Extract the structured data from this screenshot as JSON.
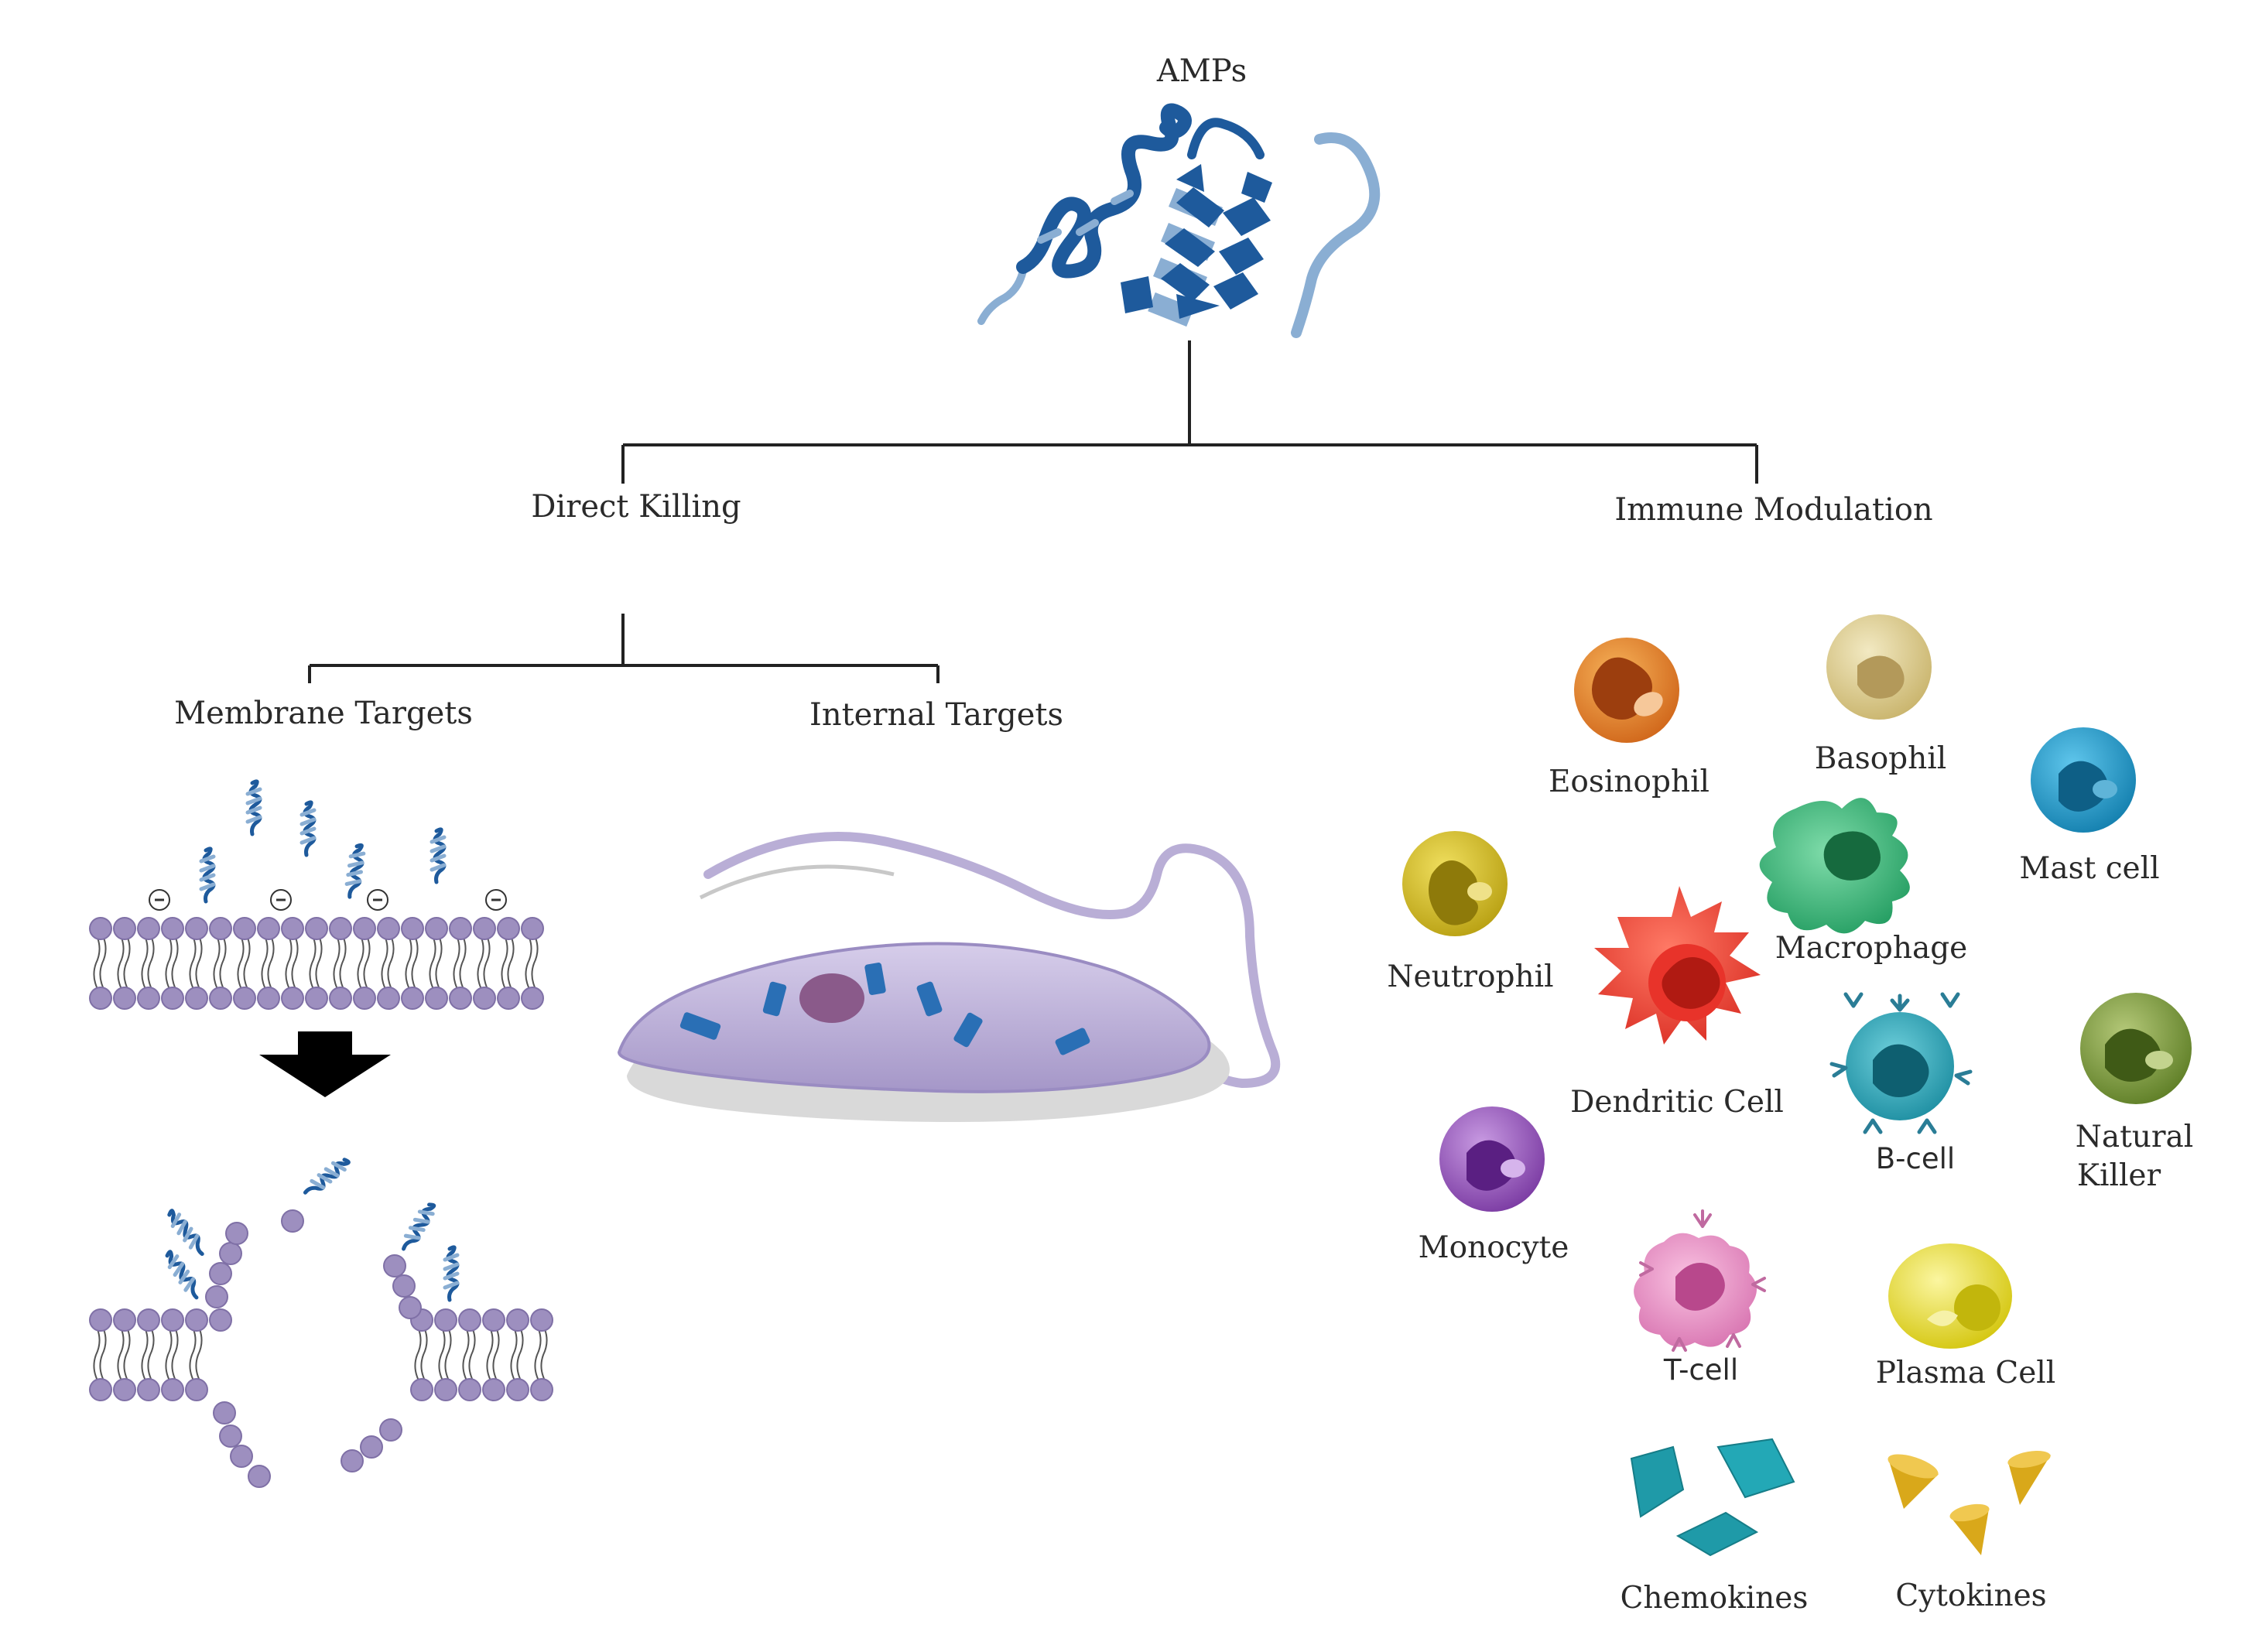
{
  "title": "AMPs",
  "branches": {
    "direct_killing": "Direct Killing",
    "immune_modulation": "Immune Modulation",
    "membrane_targets": "Membrane Targets",
    "internal_targets": "Internal Targets"
  },
  "cells": {
    "eosinophil": "Eosinophil",
    "basophil": "Basophil",
    "mast_cell": "Mast cell",
    "neutrophil": "Neutrophil",
    "macrophage": "Macrophage",
    "dendritic_cell": "Dendritic Cell",
    "b_cell": "B-cell",
    "natural_killer_line1": "Natural",
    "natural_killer_line2": "Killer",
    "monocyte": "Monocyte",
    "t_cell": "T-cell",
    "plasma_cell": "Plasma Cell"
  },
  "molecules": {
    "chemokines": "Chemokines",
    "cytokines": "Cytokines"
  },
  "colors": {
    "peptide_dark": "#1e5a9c",
    "peptide_light": "#8aaed3",
    "lipid": "#9d8fbf",
    "parasite": "#b9aed6",
    "eosinophil": "#e0781e",
    "basophil": "#d9c98a",
    "mast_cell": "#1a8fc0",
    "neutrophil": "#d4b91e",
    "macrophage": "#2eaa6e",
    "dendritic_cell": "#e83a2e",
    "b_cell": "#1e9bb0",
    "natural_killer": "#7a9a3a",
    "monocyte": "#8a4ab0",
    "t_cell": "#e48ac0",
    "plasma_cell": "#e6dc1e",
    "chemokines": "#1f9aa8",
    "cytokines": "#d9a81a"
  }
}
